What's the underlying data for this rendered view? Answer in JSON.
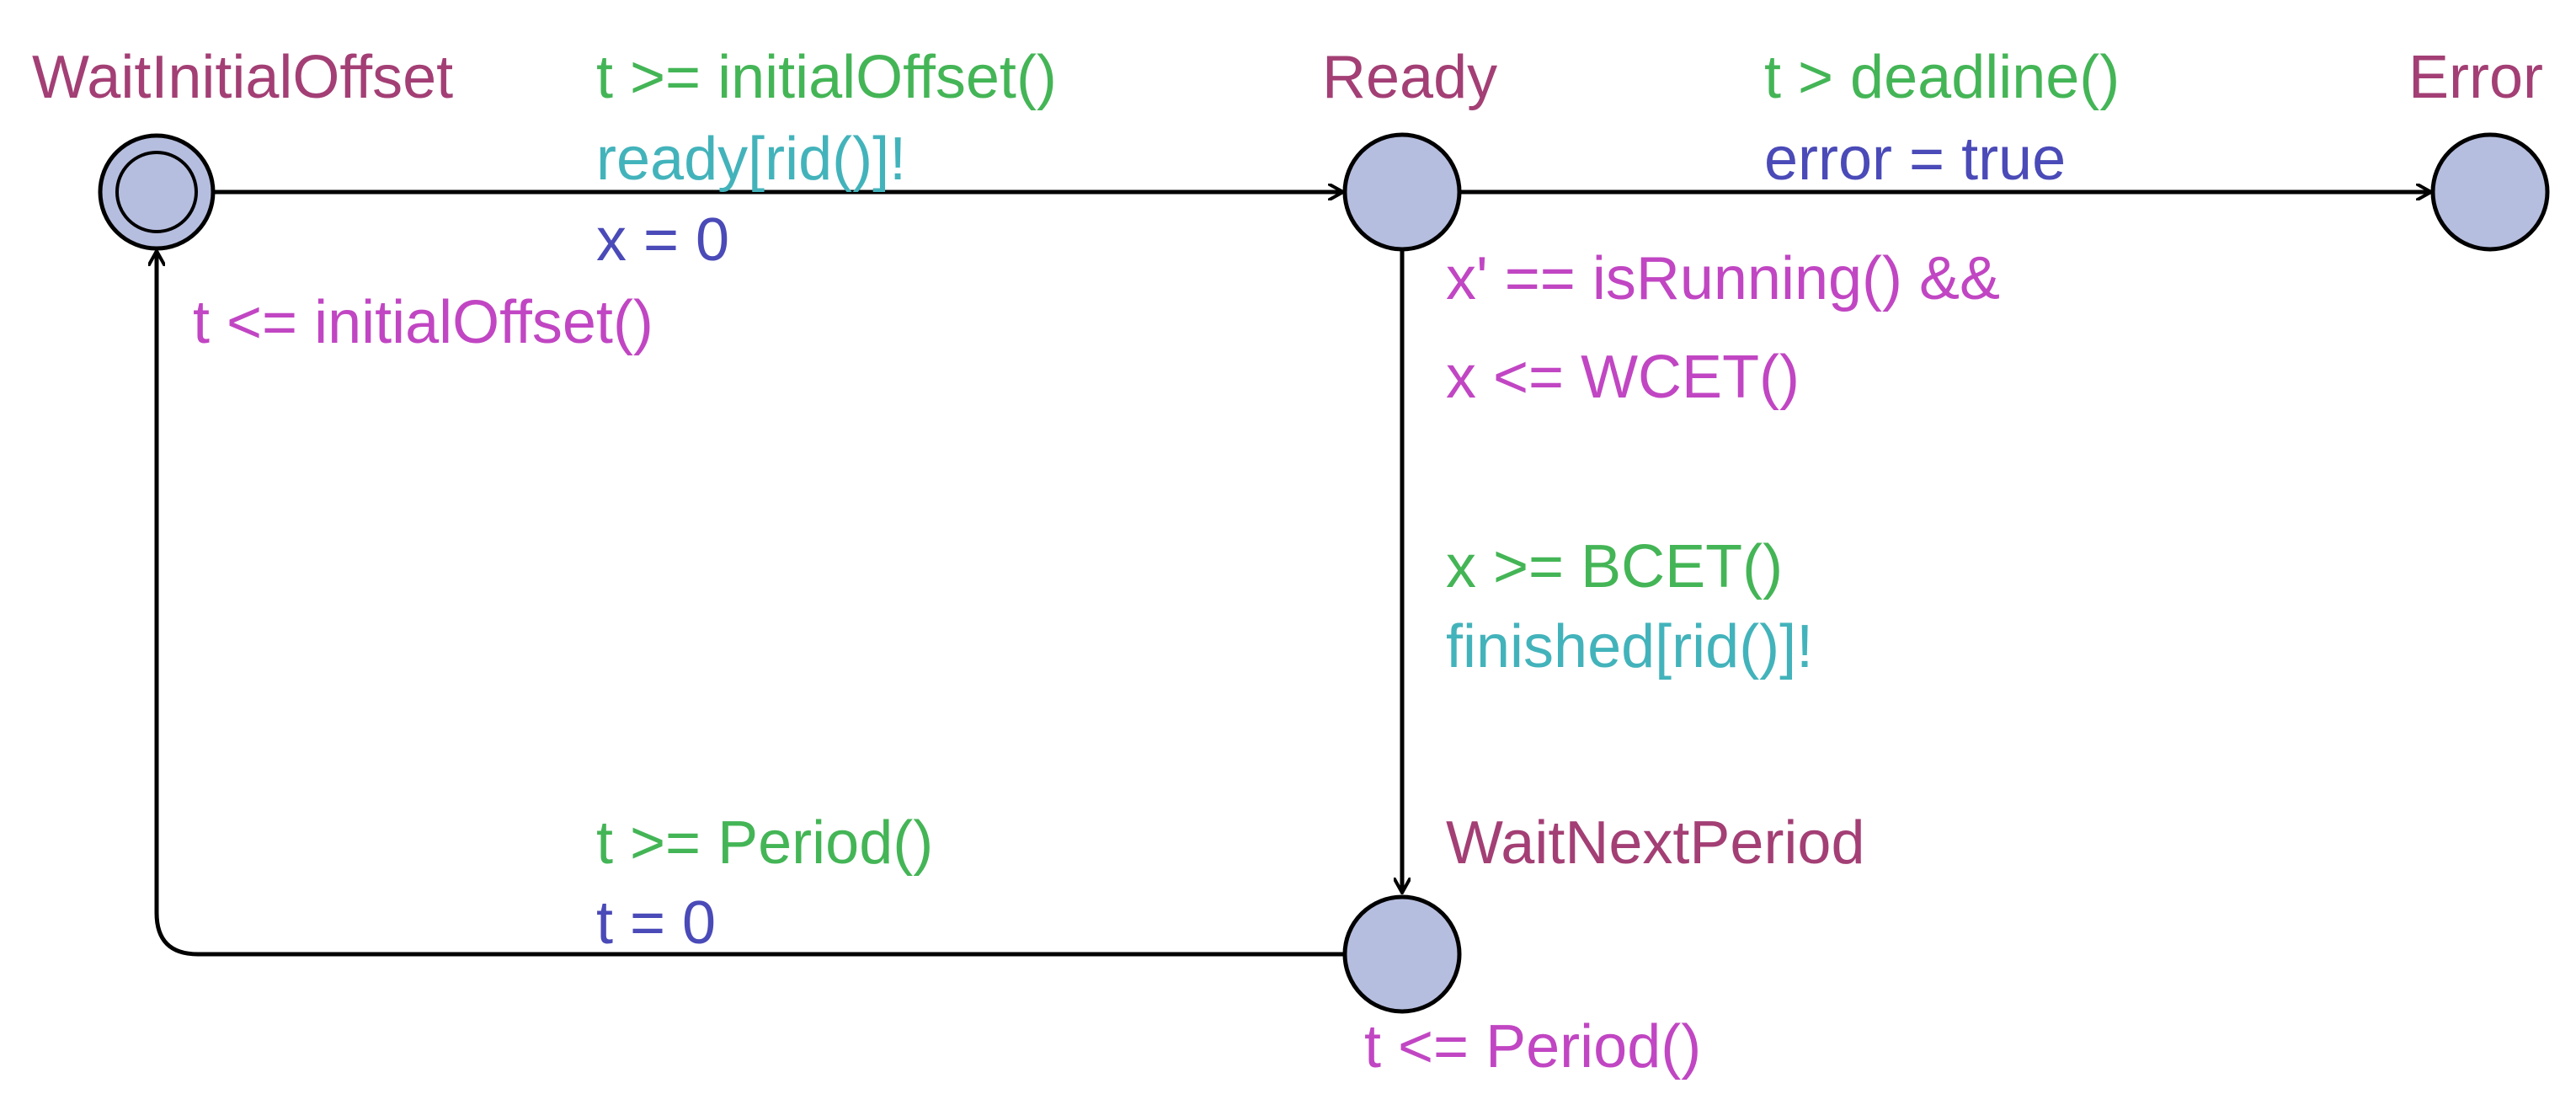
{
  "colors": {
    "location_name": "#a33f75",
    "guard": "#44b556",
    "sync": "#43b3bb",
    "update": "#4a4ab8",
    "invariant": "#c146c3",
    "node_fill": "#b6bedf",
    "edge": "#000000"
  },
  "locations": {
    "wait_initial_offset": {
      "name": "WaitInitialOffset",
      "initial": true,
      "invariant": "t <= initialOffset()"
    },
    "ready": {
      "name": "Ready",
      "invariant_line1": "x' == isRunning() &&",
      "invariant_line2": "x <= WCET()"
    },
    "error": {
      "name": "Error"
    },
    "wait_next_period": {
      "name": "WaitNextPeriod",
      "invariant": "t <= Period()"
    }
  },
  "edges": {
    "offset_to_ready": {
      "guard": "t >= initialOffset()",
      "sync": "ready[rid()]!",
      "update": "x = 0"
    },
    "ready_to_error": {
      "guard": "t > deadline()",
      "update": "error = true"
    },
    "ready_to_next_period": {
      "guard": "x >= BCET()",
      "sync": "finished[rid()]!"
    },
    "next_period_to_offset": {
      "guard": "t >= Period()",
      "update": "t = 0"
    }
  }
}
